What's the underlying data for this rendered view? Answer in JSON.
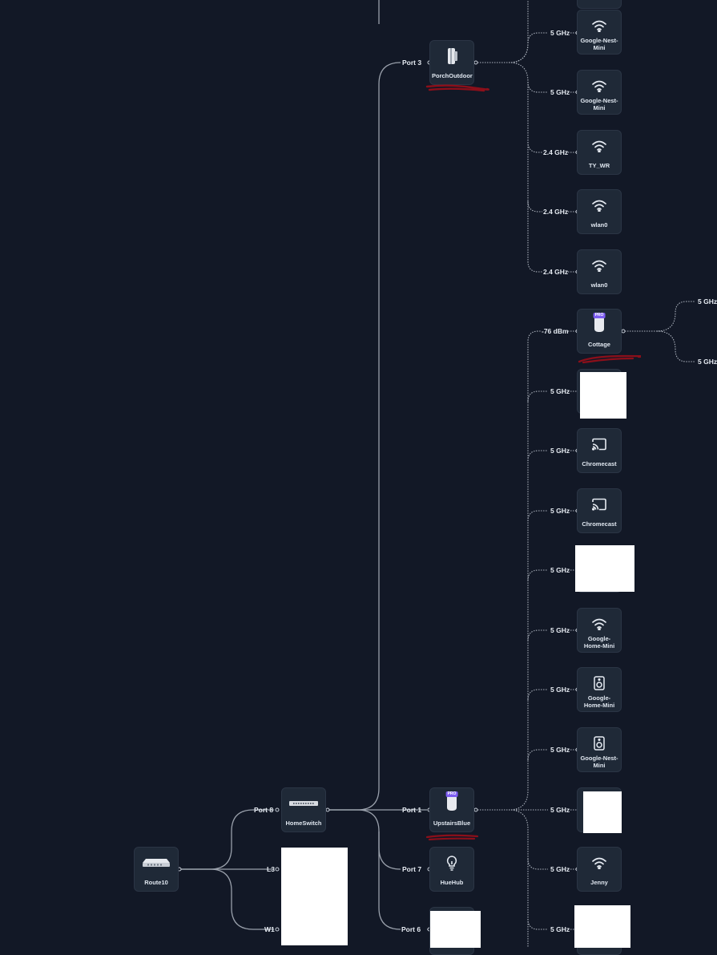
{
  "devices": {
    "route10": {
      "name": "Route10",
      "icon": "router-icon"
    },
    "homeswitch": {
      "name": "HomeSwitch",
      "icon": "switch-icon"
    },
    "porchoutdoor": {
      "name": "PorchOutdoor",
      "icon": "outdoor-ap-icon"
    },
    "upstairsblue": {
      "name": "UpstairsBlue",
      "icon": "access-point-pro-icon",
      "badge": "PRO"
    },
    "huehub": {
      "name": "HueHub",
      "icon": "lightbulb-icon"
    },
    "cottage": {
      "name": "Cottage",
      "icon": "access-point-pro-icon",
      "badge": "PRO"
    },
    "gnm1": {
      "name": "Google-Nest-Mini",
      "icon": "wifi-icon"
    },
    "gnm2": {
      "name": "Google-Nest-Mini",
      "icon": "wifi-icon"
    },
    "tywr": {
      "name": "TY_WR",
      "icon": "wifi-icon"
    },
    "wlan0a": {
      "name": "wlan0",
      "icon": "wifi-icon"
    },
    "wlan0b": {
      "name": "wlan0",
      "icon": "wifi-icon"
    },
    "chromecast1": {
      "name": "Chromecast",
      "icon": "cast-icon"
    },
    "chromecast2": {
      "name": "Chromecast",
      "icon": "cast-icon"
    },
    "ghm1": {
      "name": "Google-Home-Mini",
      "icon": "wifi-icon"
    },
    "ghm2": {
      "name": "Google-Home-Mini",
      "icon": "speaker-icon"
    },
    "gnm3": {
      "name": "Google-Nest-Mini",
      "icon": "speaker-icon"
    },
    "jenny": {
      "name": "Jenny",
      "icon": "wifi-icon"
    }
  },
  "links": {
    "port8": "Port 8",
    "l3": "L3",
    "w1": "W1",
    "port3": "Port 3",
    "port1": "Port 1",
    "port7": "Port 7",
    "port6": "Port 6",
    "porch_clients": [
      "5 GHz",
      "5 GHz",
      "2.4 GHz",
      "2.4 GHz",
      "2.4 GHz"
    ],
    "upstairs_clients": [
      "-76 dBm",
      "5 GHz",
      "5 GHz",
      "5 GHz",
      "5 GHz",
      "5 GHz",
      "5 GHz",
      "5 GHz",
      "5 GHz",
      "5 GHz",
      "5 GHz"
    ],
    "cottage_clients": [
      "5 GHz",
      "5 GHz"
    ]
  },
  "colors": {
    "background": "#121826",
    "node": "#1f2937",
    "wire": "#c7ced8",
    "pro_badge": "#7c5cf0",
    "annotation": "#8b0f1a"
  }
}
